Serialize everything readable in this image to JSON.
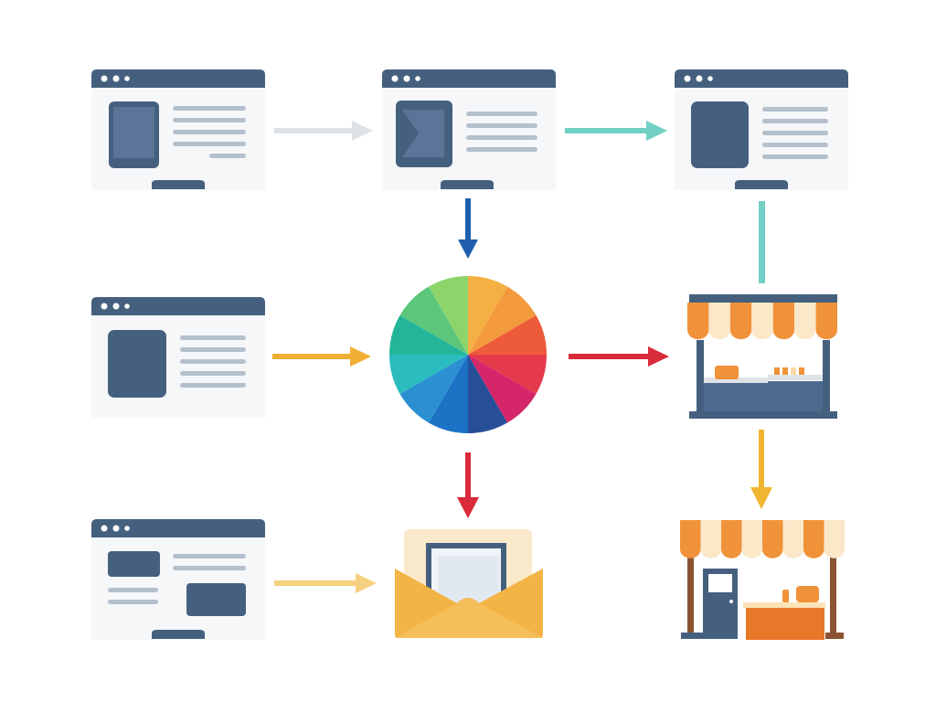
{
  "colors": {
    "navy": "#45607f",
    "window_body": "#f6f7f9",
    "text_line": "#b4c0cc",
    "arrow_gray": "#dde3e6",
    "arrow_teal": "#72d0c5",
    "arrow_blue": "#1f5fae",
    "arrow_orange": "#f0ae34",
    "arrow_red": "#d92b3a",
    "arrow_yellow": "#f6d17f",
    "awning_orange": "#f0923a",
    "awning_cream": "#fbe8c8",
    "envelope": "#f2b545"
  },
  "pie_colors": [
    "#f5b043",
    "#f39a3d",
    "#ee5b3b",
    "#e43a4c",
    "#d5266a",
    "#264f98",
    "#1d72c6",
    "#2b90d2",
    "#2bbcbf",
    "#22b59a",
    "#5cc77b",
    "#8dd56a"
  ],
  "icons": [
    "browser-window-tablet",
    "browser-window-play",
    "browser-window-image",
    "browser-window-content",
    "browser-window-layout",
    "color-wheel",
    "market-stall",
    "storefront",
    "envelope-letter"
  ]
}
